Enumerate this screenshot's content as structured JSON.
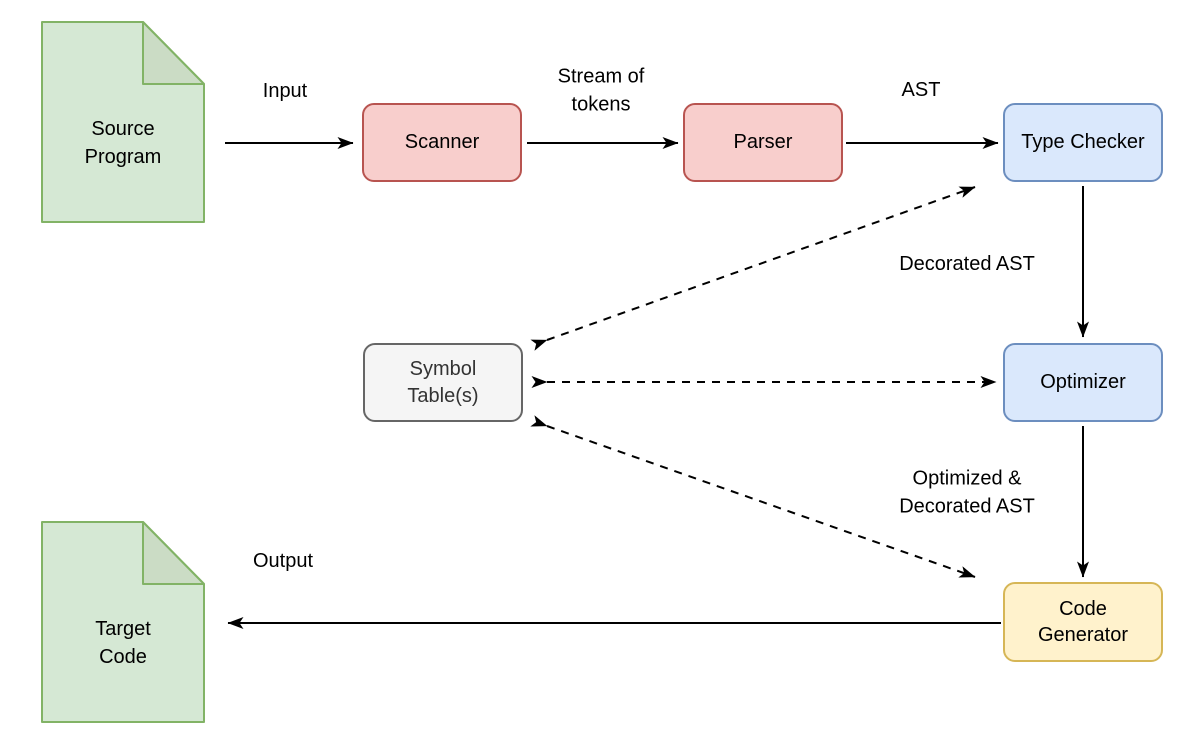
{
  "diagram": {
    "kind": "compiler-pipeline-flowchart",
    "background": "#ffffff",
    "arrow_color": "#000000"
  },
  "nodes": {
    "source_program": {
      "label": "Source\nProgram",
      "shape": "document",
      "fill": "#d5e8d4",
      "fold_fill": "#cbdcc5",
      "stroke": "#82b366"
    },
    "scanner": {
      "label": "Scanner",
      "shape": "rounded-box",
      "fill": "#f8cecc",
      "stroke": "#b85450"
    },
    "parser": {
      "label": "Parser",
      "shape": "rounded-box",
      "fill": "#f8cecc",
      "stroke": "#b85450"
    },
    "type_checker": {
      "label": "Type Checker",
      "shape": "rounded-box",
      "fill": "#dae8fc",
      "stroke": "#6c8ebf"
    },
    "symbol_table": {
      "label": "Symbol\nTable(s)",
      "shape": "rounded-box",
      "fill": "#f5f5f5",
      "stroke": "#666666",
      "text_color": "#333333"
    },
    "optimizer": {
      "label": "Optimizer",
      "shape": "rounded-box",
      "fill": "#dae8fc",
      "stroke": "#6c8ebf"
    },
    "code_generator": {
      "label": "Code\nGenerator",
      "shape": "rounded-box",
      "fill": "#fff2cc",
      "stroke": "#d6b656"
    },
    "target_code": {
      "label": "Target\nCode",
      "shape": "document",
      "fill": "#d5e8d4",
      "fold_fill": "#cbdcc5",
      "stroke": "#82b366"
    }
  },
  "edges": {
    "input": {
      "label": "Input",
      "from": "source_program",
      "to": "scanner",
      "style": "solid",
      "direction": "one-way"
    },
    "stream_of_tokens": {
      "label": "Stream of\ntokens",
      "from": "scanner",
      "to": "parser",
      "style": "solid",
      "direction": "one-way"
    },
    "ast": {
      "label": "AST",
      "from": "parser",
      "to": "type_checker",
      "style": "solid",
      "direction": "one-way"
    },
    "decorated_ast": {
      "label": "Decorated AST",
      "from": "type_checker",
      "to": "optimizer",
      "style": "solid",
      "direction": "one-way"
    },
    "optimized_decorated_ast": {
      "label": "Optimized &\nDecorated AST",
      "from": "optimizer",
      "to": "code_generator",
      "style": "solid",
      "direction": "one-way"
    },
    "output": {
      "label": "Output",
      "from": "code_generator",
      "to": "target_code",
      "style": "solid",
      "direction": "one-way"
    },
    "symbol_type_checker": {
      "label": "",
      "from": "symbol_table",
      "to": "type_checker",
      "style": "dashed",
      "direction": "two-way"
    },
    "symbol_optimizer": {
      "label": "",
      "from": "symbol_table",
      "to": "optimizer",
      "style": "dashed",
      "direction": "two-way"
    },
    "symbol_code_generator": {
      "label": "",
      "from": "symbol_table",
      "to": "code_generator",
      "style": "dashed",
      "direction": "two-way"
    }
  }
}
